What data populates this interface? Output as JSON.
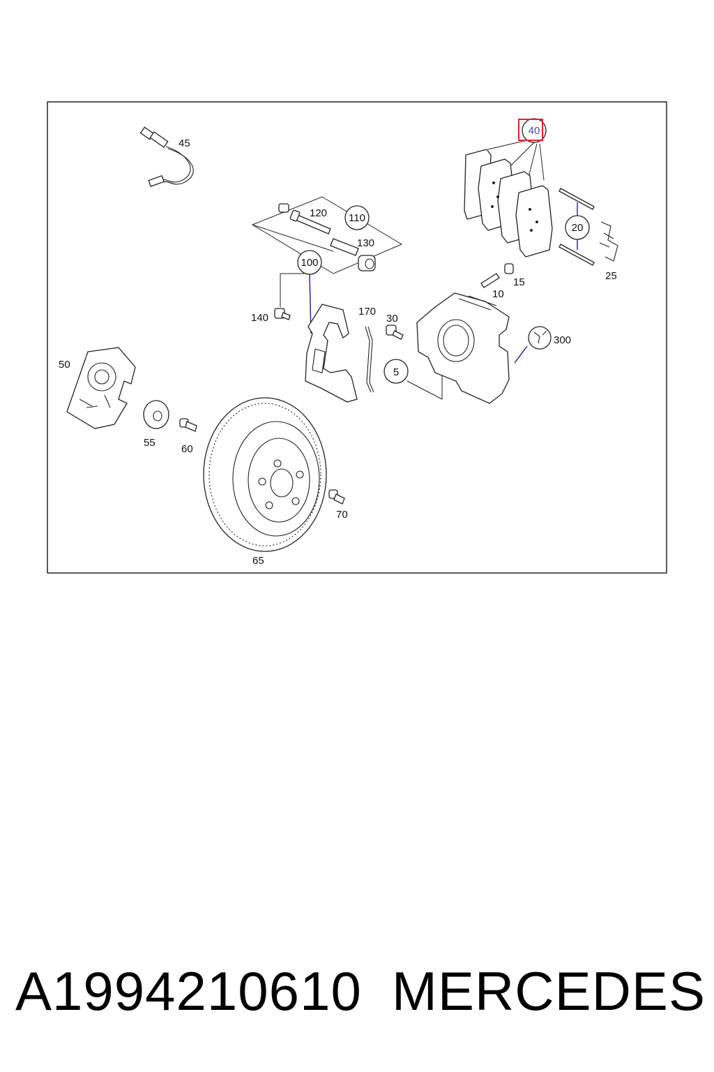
{
  "callouts": {
    "c5": "5",
    "c10": "10",
    "c15": "15",
    "c20": "20",
    "c25": "25",
    "c30": "30",
    "c40": "40",
    "c45": "45",
    "c50": "50",
    "c55": "55",
    "c60": "60",
    "c65": "65",
    "c70": "70",
    "c100": "100",
    "c110": "110",
    "c120": "120",
    "c130": "130",
    "c140": "140",
    "c170": "170",
    "c300": "300"
  },
  "highlight": {
    "callout": "40",
    "color": "#e0262b"
  },
  "caption": {
    "part_number": "A1994210610",
    "brand": "MERCEDES"
  }
}
